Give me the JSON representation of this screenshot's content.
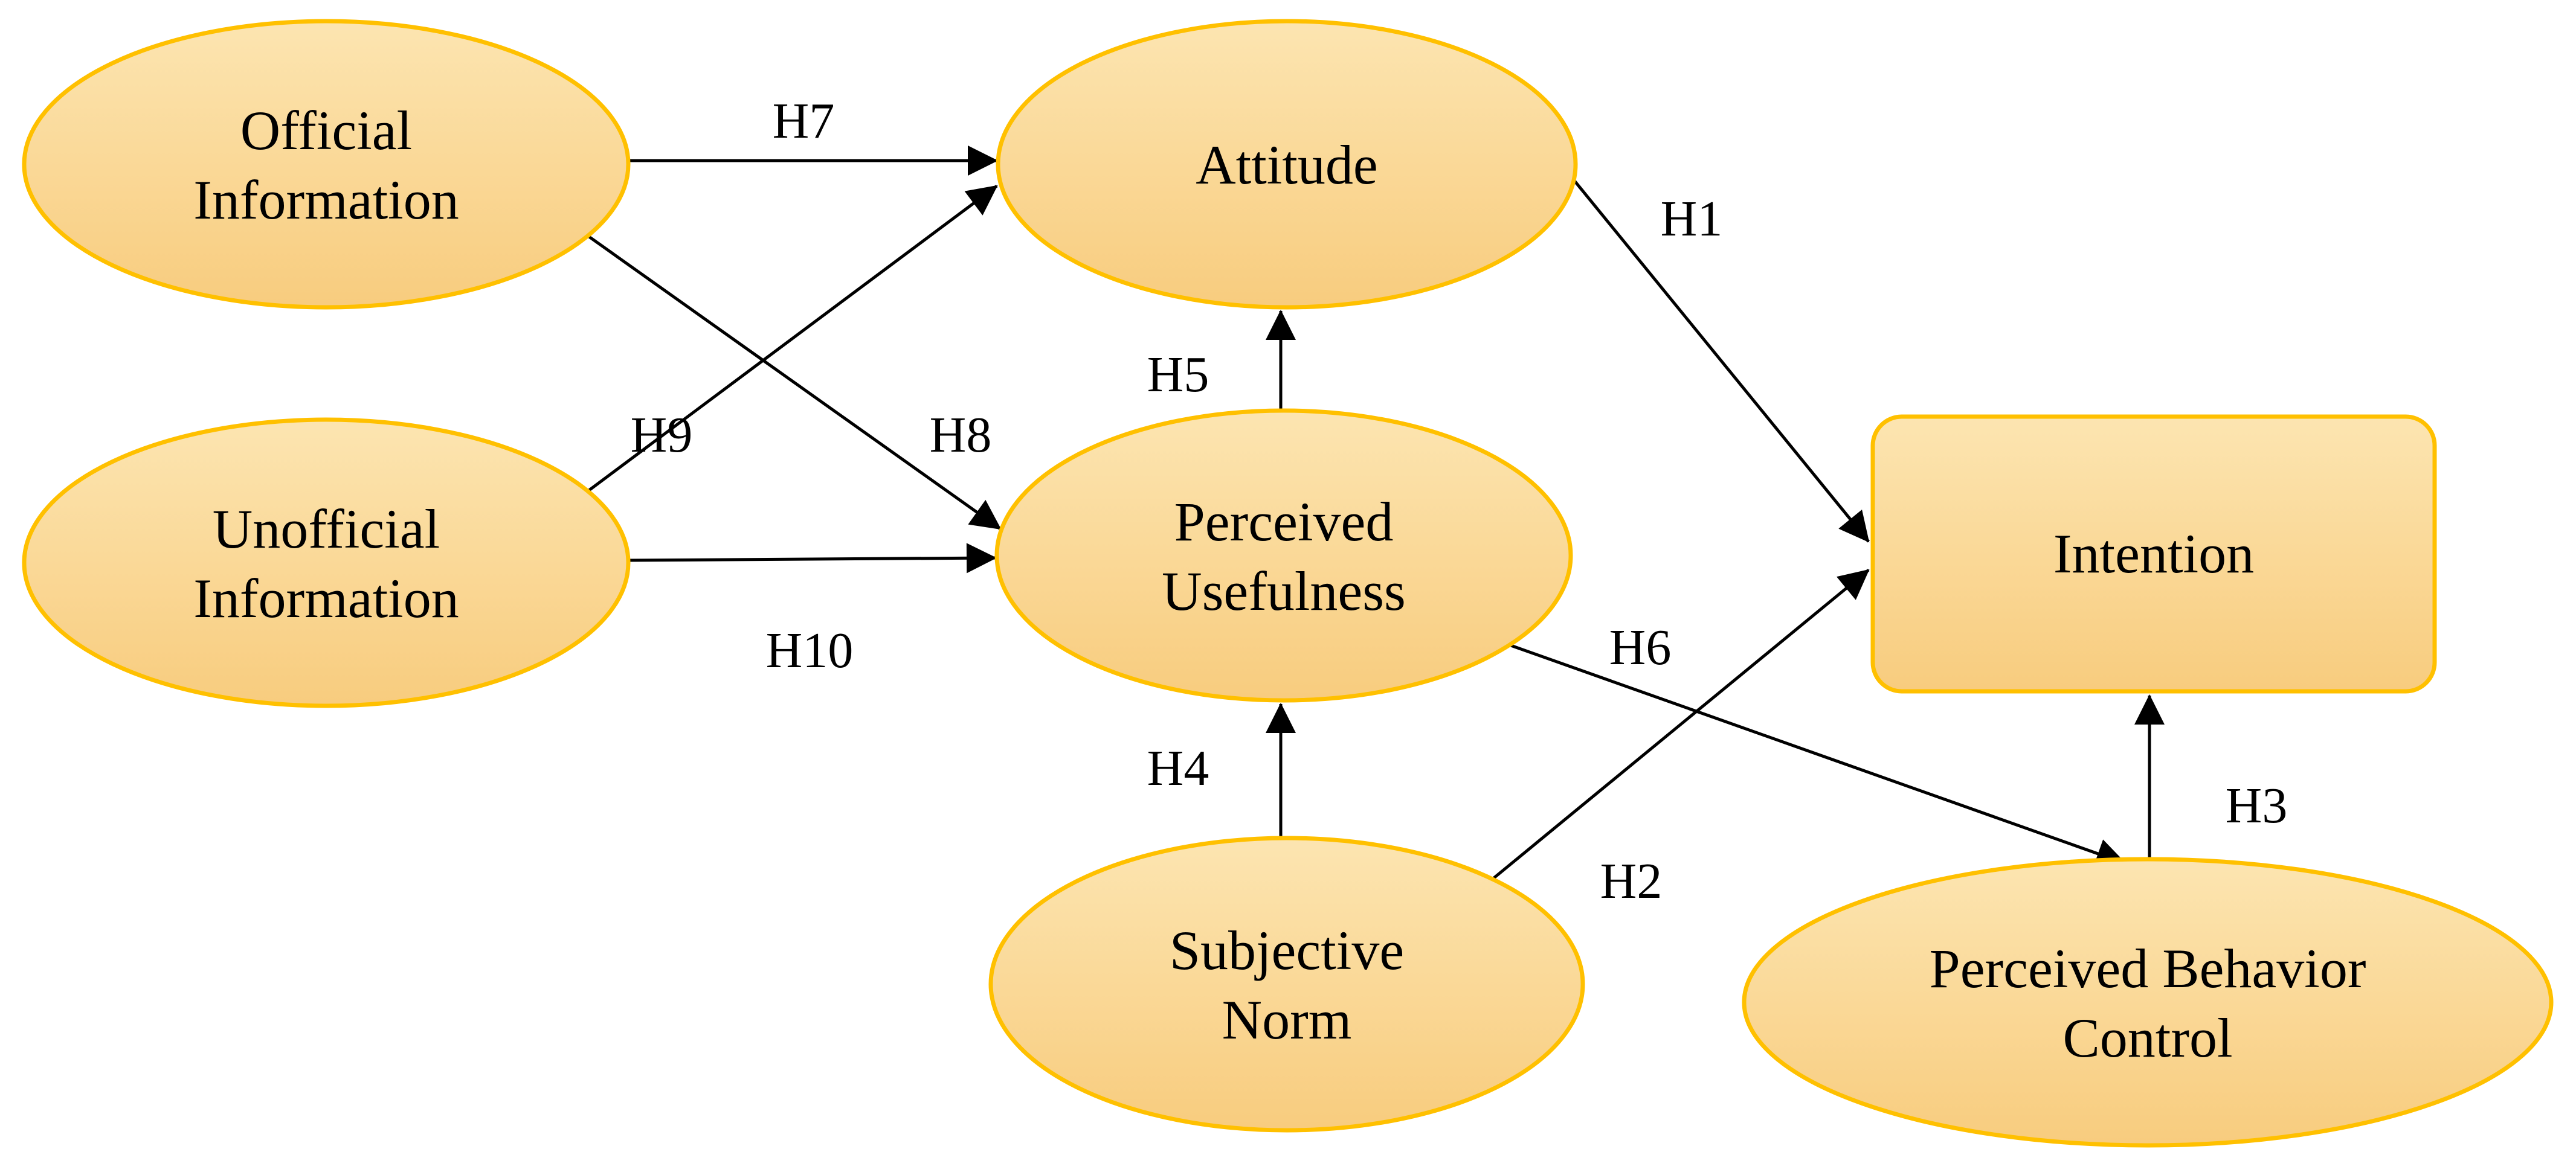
{
  "diagram": {
    "type": "path-model-diagram",
    "background": "#FFFFFF",
    "colors": {
      "node_border": "#FFC000",
      "node_fill_top": "#FCE5B1",
      "node_fill_bottom": "#F8CC7E",
      "edge_line": "#000000",
      "text": "#000000"
    },
    "nodes": [
      {
        "id": "official-information",
        "label": "Official Information",
        "shape": "ellipse",
        "lines": [
          "Official",
          "Information"
        ]
      },
      {
        "id": "unofficial-information",
        "label": "Unofficial Information",
        "shape": "ellipse",
        "lines": [
          "Unofficial",
          "Information"
        ]
      },
      {
        "id": "attitude",
        "label": "Attitude",
        "shape": "ellipse",
        "lines": [
          "Attitude"
        ]
      },
      {
        "id": "perceived-usefulness",
        "label": "Perceived Usefulness",
        "shape": "ellipse",
        "lines": [
          "Perceived",
          "Usefulness"
        ]
      },
      {
        "id": "subjective-norm",
        "label": "Subjective Norm",
        "shape": "ellipse",
        "lines": [
          "Subjective",
          "Norm"
        ]
      },
      {
        "id": "intention",
        "label": "Intention",
        "shape": "rounded-rect",
        "lines": [
          "Intention"
        ]
      },
      {
        "id": "perceived-behavior-control",
        "label": "Perceived Behavior Control",
        "shape": "ellipse",
        "lines": [
          "Perceived Behavior",
          "Control"
        ]
      }
    ],
    "edges": [
      {
        "id": "H1",
        "label": "H1",
        "from": "attitude",
        "to": "intention"
      },
      {
        "id": "H2",
        "label": "H2",
        "from": "subjective-norm",
        "to": "intention"
      },
      {
        "id": "H3",
        "label": "H3",
        "from": "perceived-behavior-control",
        "to": "intention"
      },
      {
        "id": "H4",
        "label": "H4",
        "from": "subjective-norm",
        "to": "perceived-usefulness"
      },
      {
        "id": "H5",
        "label": "H5",
        "from": "perceived-usefulness",
        "to": "attitude"
      },
      {
        "id": "H6",
        "label": "H6",
        "from": "perceived-usefulness",
        "to": "perceived-behavior-control"
      },
      {
        "id": "H7",
        "label": "H7",
        "from": "official-information",
        "to": "attitude"
      },
      {
        "id": "H8",
        "label": "H8",
        "from": "official-information",
        "to": "perceived-usefulness"
      },
      {
        "id": "H9",
        "label": "H9",
        "from": "unofficial-information",
        "to": "attitude"
      },
      {
        "id": "H10",
        "label": "H10",
        "from": "unofficial-information",
        "to": "perceived-usefulness"
      }
    ]
  }
}
